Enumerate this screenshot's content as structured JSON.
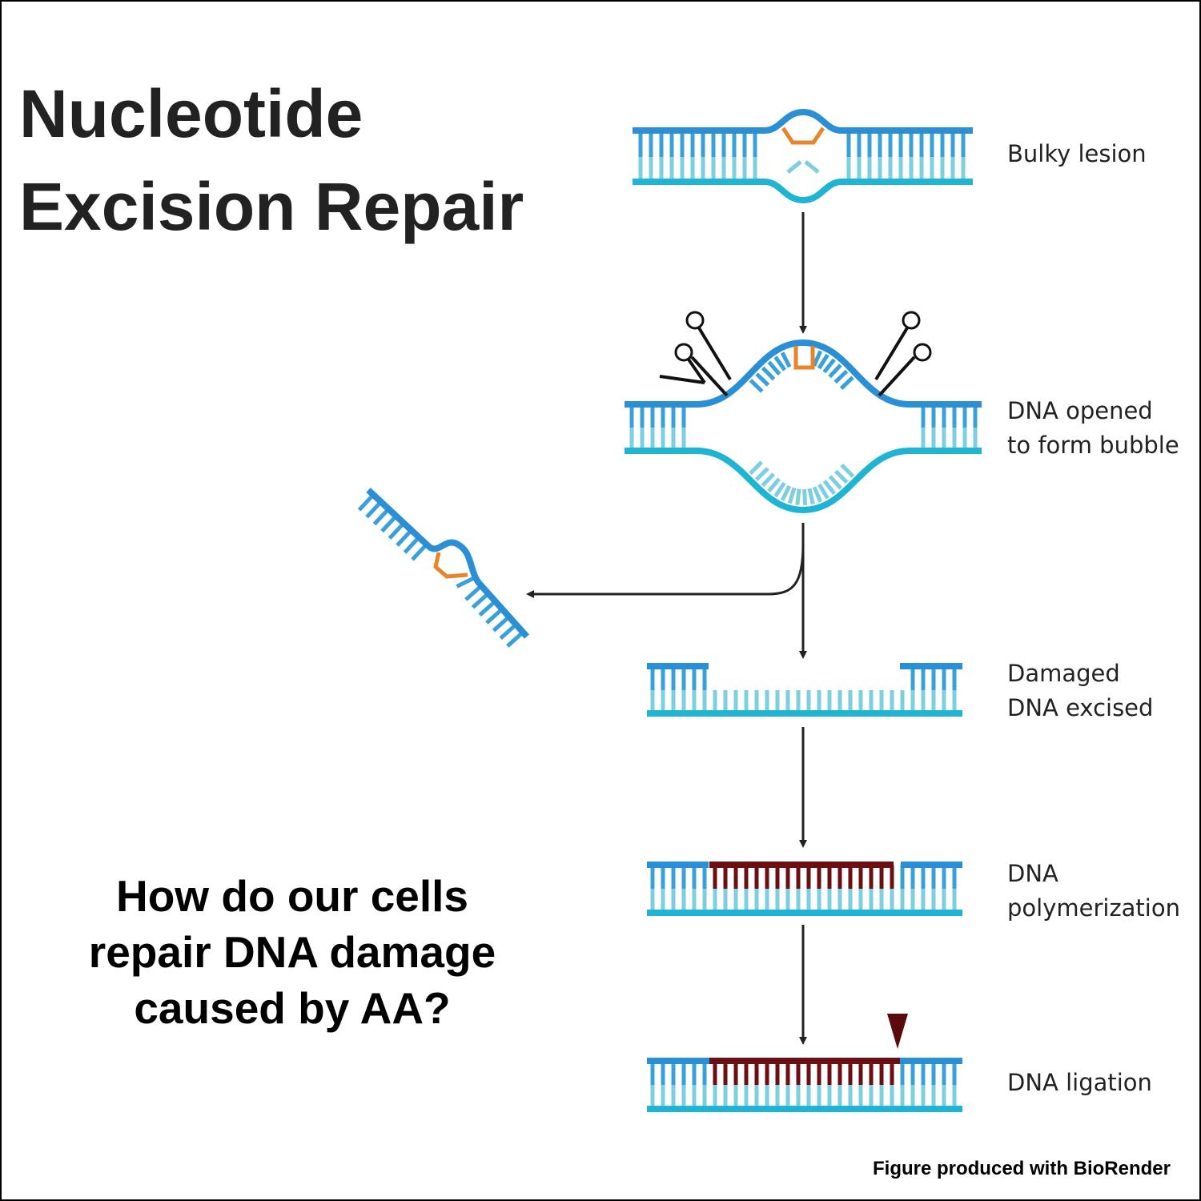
{
  "title": {
    "line1": "Nucleotide",
    "line2": "Excision Repair"
  },
  "question": {
    "line1": "How do our cells",
    "line2": "repair DNA damage",
    "line3": "caused by AA?"
  },
  "steps": [
    {
      "line1": "Bulky lesion",
      "line2": ""
    },
    {
      "line1": "DNA opened",
      "line2": "to form bubble"
    },
    {
      "line1": "Damaged",
      "line2": "DNA excised"
    },
    {
      "line1": "DNA",
      "line2": "polymerization"
    },
    {
      "line1": "DNA ligation",
      "line2": ""
    }
  ],
  "credit": "Figure produced with BioRender",
  "colors": {
    "top_strand": "#2a8fd4",
    "bottom_strand": "#1fb4d4",
    "top_rung": "#3aa0da",
    "bottom_rung": "#7dcfe0",
    "lesion": "#e8852a",
    "new_strand": "#6b0f12",
    "arrow": "#222222"
  },
  "icons": [
    "scissors-icon",
    "arrow-icon",
    "nick-marker-icon"
  ]
}
